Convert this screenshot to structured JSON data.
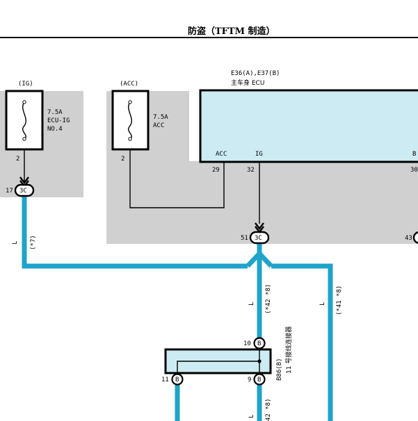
{
  "header": {
    "title": "防盗（TFTM 制造）"
  },
  "fuse_ig": {
    "group": "(IG)",
    "line1": "7.5A",
    "line2": "ECU-IG",
    "line3": "NO.4",
    "pin": "2"
  },
  "fuse_acc": {
    "group": "(ACC)",
    "line1": "7.5A",
    "line2": "ACC",
    "pin": "2"
  },
  "ecu": {
    "code": "E36(A),E37(B)",
    "name": "主车身 ECU",
    "pin_acc_label": "ACC",
    "pin_ig_label": "IG",
    "pin_right_label": "B",
    "pin_acc_num": "29",
    "pin_ig_num": "32",
    "pin_right_num": "30"
  },
  "connectors": {
    "c17": {
      "num": "17",
      "code": "3C"
    },
    "c51": {
      "num": "51",
      "code": "3C"
    },
    "c43": {
      "num": "43"
    },
    "b10": {
      "num": "10",
      "code": "B"
    },
    "b11": {
      "num": "11",
      "code": "B"
    },
    "b9": {
      "num": "9",
      "code": "B"
    }
  },
  "wires": {
    "left": {
      "color": "L",
      "note": "(*7)"
    },
    "mid": {
      "color": "L",
      "note": "(*42 *8)"
    },
    "right": {
      "color": "L",
      "note": "(*41 *8)"
    },
    "bottom": {
      "color": "L",
      "note": "42 *8)"
    }
  },
  "junction": {
    "code": "B86(B)",
    "name": "11 号接线连接器"
  },
  "colors": {
    "wire": "#1fa3c9",
    "panel": "#d0d0d0",
    "ecu_fill": "#cdebf2",
    "junction_fill": "#cdebf2"
  }
}
